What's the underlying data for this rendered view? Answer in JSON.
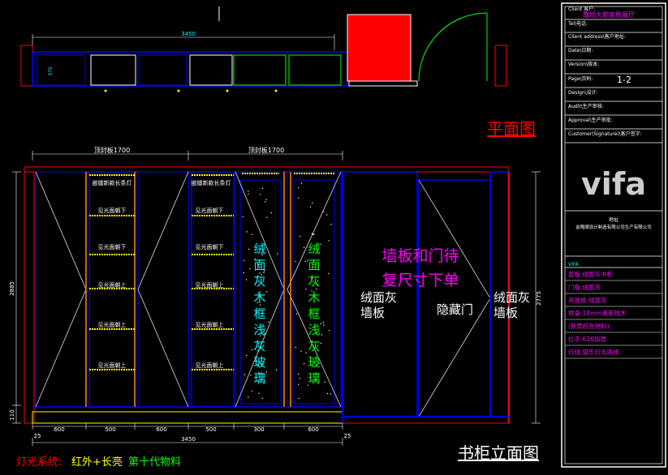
{
  "plan": {
    "dim_total": "3450",
    "dim_depth": "375",
    "title": "平面图"
  },
  "elevation": {
    "title": "书柜立面图",
    "top_panel_left": "顶封板1700",
    "top_panel_right": "顶封板1700",
    "dim_height_left": "2885",
    "dim_height_right": "2775",
    "dim_base_left": "110",
    "dims_bottom": [
      "600",
      "500",
      "600",
      "500",
      "300",
      "600"
    ],
    "dim_total_bottom": "3450",
    "dim_side_left": "25",
    "dim_side_right": "25",
    "light_strip_left": "嵌缝新款长条灯",
    "light_strip_right": "嵌缝新款长条灯",
    "shelf_labels_left": [
      "见光面朝下",
      "见光面朝下",
      "见光面朝上",
      "见光面朝上",
      "见光面朝上"
    ],
    "shelf_labels_right": [
      "见光面朝下",
      "见光面朝下",
      "见光面朝上",
      "见光面朝上",
      "见光面朝上"
    ],
    "glass_door_1": [
      "绒",
      "面",
      "灰",
      "木",
      "框",
      "浅",
      "灰",
      "玻",
      "璃"
    ],
    "glass_door_2": [
      "绒",
      "面",
      "灰",
      "木",
      "框",
      "浅",
      "灰",
      "玻",
      "璃"
    ],
    "note_line1": "墙板和门待",
    "note_line2": "复尺寸下单",
    "wall_left_line1": "绒面灰",
    "wall_left_line2": "墙板",
    "hidden_door": "隐藏门",
    "wall_right_line1": "绒面灰",
    "wall_right_line2": "墙板"
  },
  "footer": {
    "lighting_prefix": "灯光系统:",
    "lighting_value": "红外+长亮",
    "material": "第十代物料"
  },
  "title_block": {
    "client": "Client 客户:",
    "client_value": "魏坊大朗家居展厅",
    "tel": "Tel\\电话:",
    "address": "Client address\\客户地址:",
    "date": "Date\\日期:",
    "version": "Version\\版本:",
    "page": "Page\\页码:",
    "page_value": "1-2",
    "design": "Design\\设计:",
    "audit": "Audit\\生产审核:",
    "approval": "Approval\\生产审批:",
    "customer_sig": "Customer(Signature)\\客户签字:",
    "logo": "vifa",
    "company_label": "地址",
    "company_value": "金隆顺设计制造有限公司生产有限公司",
    "brand": "VIFA",
    "specs": [
      {
        "text": "面板:绒面灰书柜",
        "color": "#ff00ff"
      },
      {
        "text": "门板:绒面灰",
        "color": "#ff00ff"
      },
      {
        "text": "开放格:绒面灰",
        "color": "#ff00ff"
      },
      {
        "text": "框身:18mm奥斯陆木",
        "color": "#ff00ff"
      },
      {
        "text": "(新黄棕色物料)",
        "color": "#ff00ff"
      },
      {
        "text": "拉手:616加厚",
        "color": "#ff00ff"
      },
      {
        "text": "灯线:弧形灯光插线",
        "color": "#ff00ff"
      }
    ]
  }
}
